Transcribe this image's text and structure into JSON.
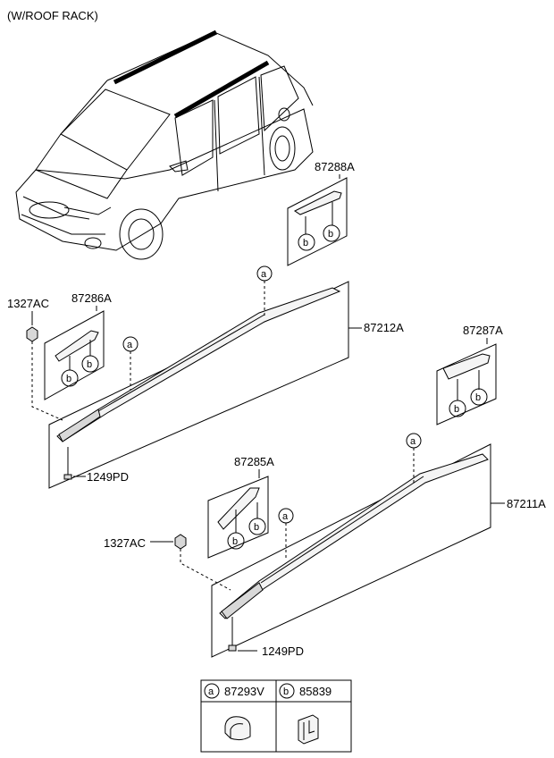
{
  "header": {
    "title": "(W/ROOF RACK)"
  },
  "parts": {
    "p87288A": "87288A",
    "p87286A": "87286A",
    "p87287A": "87287A",
    "p87285A": "87285A",
    "p87212A": "87212A",
    "p87211A": "87211A",
    "p1327AC_top": "1327AC",
    "p1327AC_bottom": "1327AC",
    "p1249PD_top": "1249PD",
    "p1249PD_bottom": "1249PD"
  },
  "callouts": {
    "a": "a",
    "b": "b"
  },
  "legend": {
    "a_marker": "a",
    "a_part": "87293V",
    "b_marker": "b",
    "b_part": "85839"
  }
}
